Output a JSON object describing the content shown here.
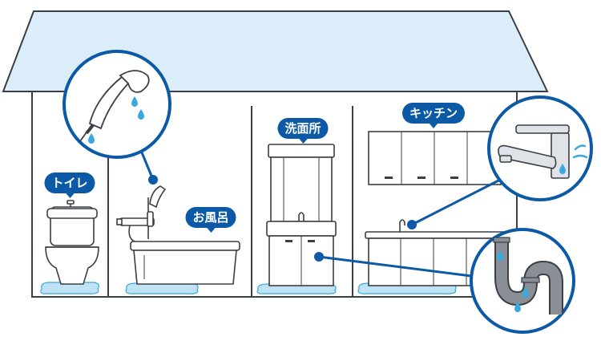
{
  "labels": {
    "toilet": "トイレ",
    "bathroom": "お風呂",
    "washroom": "洗面所",
    "kitchen": "キッチン"
  },
  "colors": {
    "outline": "#3a3f45",
    "roof": "#dcedfa",
    "accent": "#0c5aa6",
    "water": "#bfe3f4",
    "water_drop": "#3aa9dd",
    "pipe": "#8a8f96"
  },
  "icons": [
    "shower-icon",
    "faucet-icon",
    "drain-pipe-icon",
    "water-drop-icon"
  ]
}
